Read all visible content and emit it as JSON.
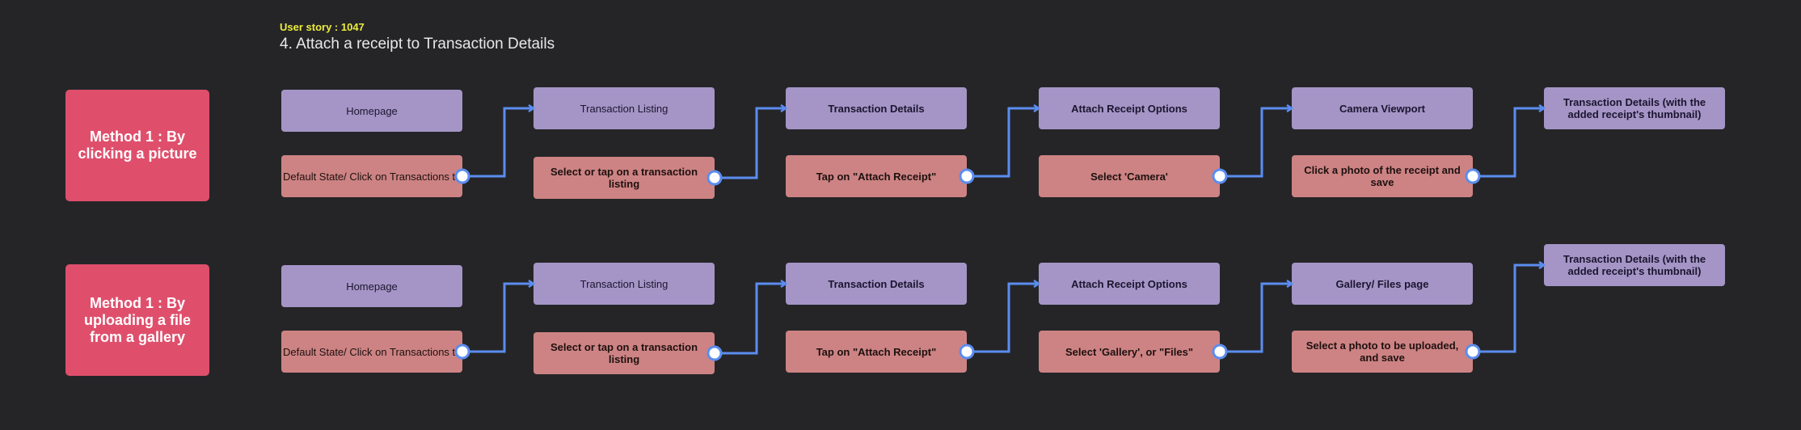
{
  "story": {
    "id": "User story : 1047",
    "title": "4. Attach a receipt to Transaction Details"
  },
  "colors": {
    "background": "#252528",
    "method": "#df4f6c",
    "state": "#a595c6",
    "action": "#cd8383",
    "connector": "#5b8def",
    "story_id": "#ecec3c"
  },
  "rows": [
    {
      "method": "Method 1 : By clicking a picture",
      "states": [
        "Homepage",
        "Transaction Listing",
        "Transaction Details",
        "Attach Receipt Options",
        "Camera Viewport",
        "Transaction Details (with the added receipt's thumbnail)"
      ],
      "actions": [
        "Default State/ Click on Transactions tab",
        "Select or tap on a transaction listing",
        "Tap on \"Attach Receipt\"",
        "Select 'Camera'",
        "Click a photo of the receipt and save"
      ]
    },
    {
      "method": "Method 1 : By uploading a file from a gallery",
      "states": [
        "Homepage",
        "Transaction Listing",
        "Transaction Details",
        "Attach Receipt Options",
        "Gallery/ Files page",
        "Transaction Details (with the added receipt's thumbnail)"
      ],
      "actions": [
        "Default State/ Click on Transactions tab",
        "Select or tap on a transaction listing",
        "Tap on \"Attach Receipt\"",
        "Select 'Gallery', or \"Files\"",
        "Select a photo to be uploaded, and save"
      ]
    }
  ]
}
